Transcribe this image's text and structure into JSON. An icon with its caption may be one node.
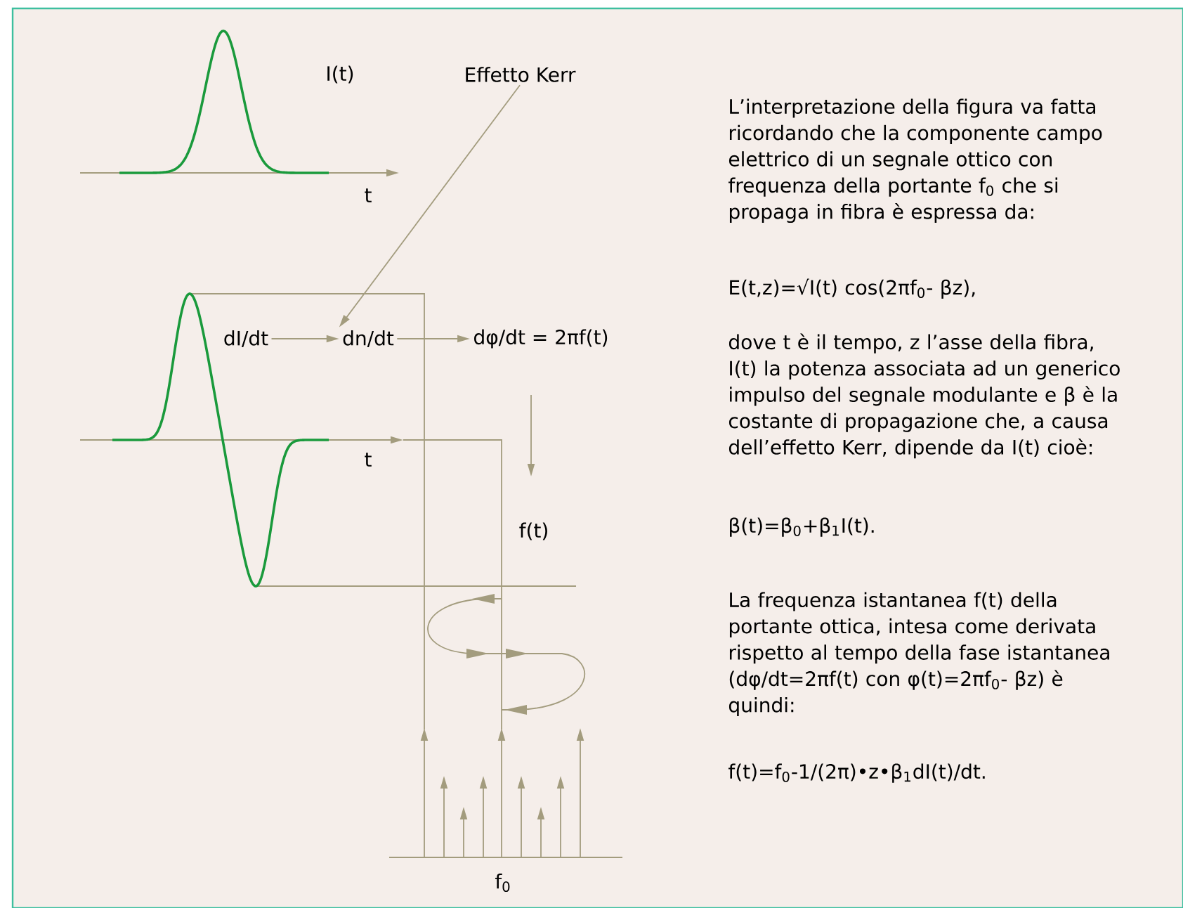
{
  "diagram": {
    "nodes": [
      {
        "text": [
          "Effetto Kerr"
        ]
      },
      {
        "text": [
          "dI/dt"
        ]
      },
      {
        "text": [
          "dn/dt"
        ]
      },
      {
        "text": [
          "dφ/dt = 2πf(t)"
        ]
      }
    ],
    "edges": [
      {
        "from": 0,
        "to": 2,
        "arrow": "to"
      },
      {
        "from": 1,
        "to": 2,
        "arrow": "to"
      },
      {
        "from": 2,
        "to": 3,
        "arrow": "to"
      }
    ],
    "labels": [
      "I(t)",
      "t",
      "t",
      "f(t)",
      "f$_{0}$",
      "L’interpretazione della figura va fatta ricordando che la componente campo elettrico di un segnale ottico con frequenza della portante f$_{0}$ che si propaga in fibra è espressa da:",
      "E(t,z)=√I(t) cos(2πf$_{0}$- βz),",
      "dove t è il tempo, z l’asse della fibra, I(t) la potenza associata ad un generico impulso del segnale modulante e β è la costante di propagazione che, a causa dell’effetto Kerr, dipende da I(t) cioè:",
      "β(t)=β$_{0}$+β$_{1}$I(t).",
      "La frequenza istantanea f(t) della portante ottica, intesa come derivata rispetto al tempo della fase istantanea (dφ/dt=2πf(t) con φ(t)=2πf$_{0}$- βz) è quindi:",
      "f(t)=f$_{0}$-1/(2π)•z•β$_{1}$dI(t)/dt."
    ]
  }
}
